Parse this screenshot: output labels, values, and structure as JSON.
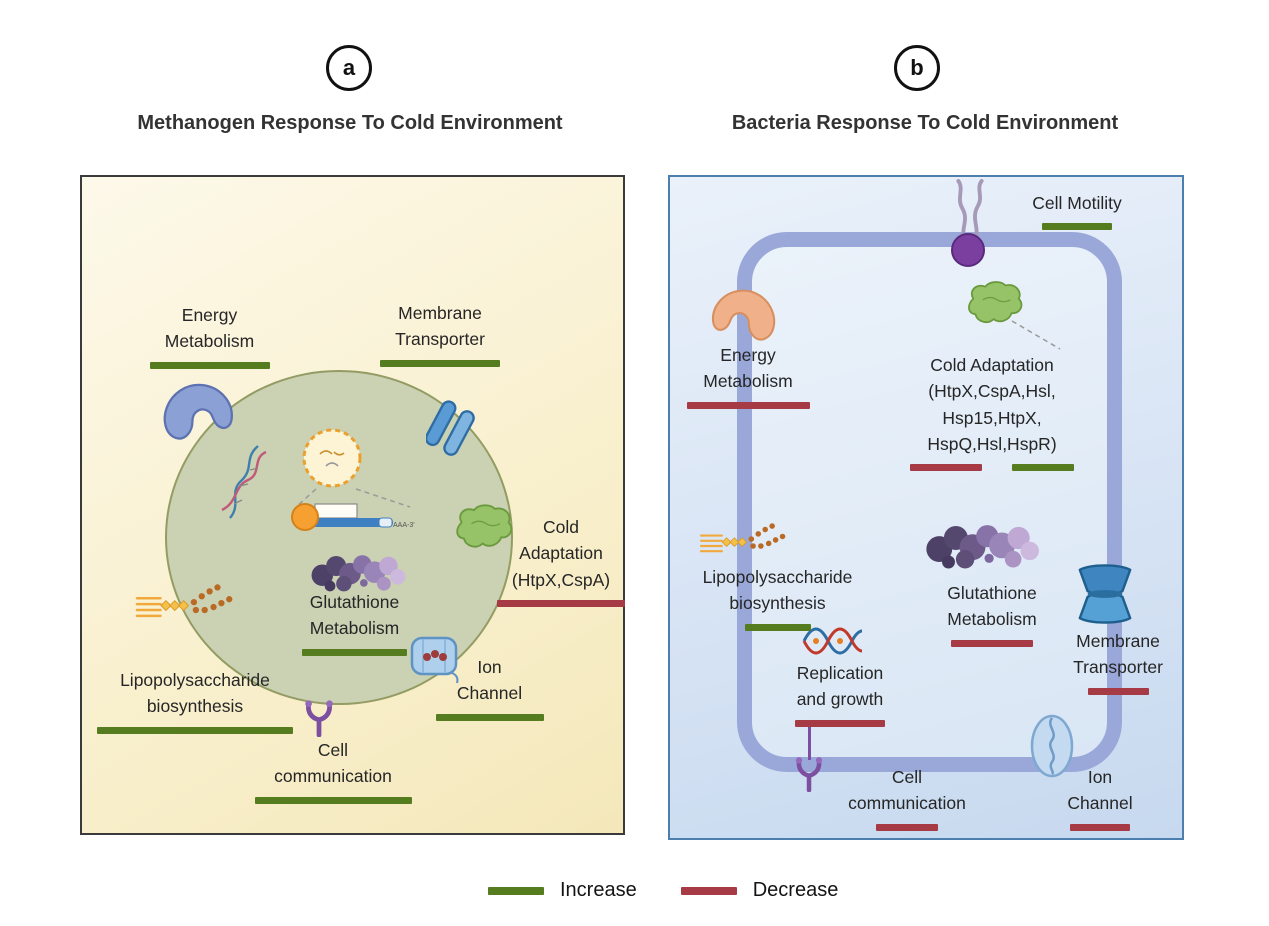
{
  "colors": {
    "increase": "#567c20",
    "decrease": "#a73b45"
  },
  "legend": {
    "increase_label": "Increase",
    "decrease_label": "Decrease",
    "increase_key": "increase",
    "decrease_key": "decrease"
  },
  "panel_a": {
    "badge": "a",
    "title": "Methanogen Response To Cold Environment",
    "mrna_tag": "AAA-3'",
    "items": {
      "energy_metabolism": {
        "label": "Energy\nMetabolism",
        "direction": "increase"
      },
      "membrane_transporter": {
        "label": "Membrane\nTransporter",
        "direction": "increase"
      },
      "cold_adaptation": {
        "label": "Cold\nAdaptation\n(HtpX,CspA)",
        "direction": "decrease"
      },
      "glutathione_metabolism": {
        "label": "Glutathione\nMetabolism",
        "direction": "increase"
      },
      "ion_channel": {
        "label": "Ion\nChannel",
        "direction": "increase"
      },
      "lipopolysaccharide": {
        "label": "Lipopolysaccharide\nbiosynthesis",
        "direction": "increase"
      },
      "cell_communication": {
        "label": "Cell\ncommunication",
        "direction": "increase"
      }
    }
  },
  "panel_b": {
    "badge": "b",
    "title": "Bacteria Response To Cold Environment",
    "items": {
      "cell_motility": {
        "label": "Cell Motility",
        "direction": "increase"
      },
      "energy_metabolism": {
        "label": "Energy\nMetabolism",
        "direction": "decrease"
      },
      "cold_adaptation": {
        "label": "Cold Adaptation\n(HtpX,CspA,Hsl,\nHsp15,HtpX,\nHspQ,Hsl,HspR)",
        "directions": [
          "decrease",
          "increase"
        ]
      },
      "lipopolysaccharide": {
        "label": "Lipopolysaccharide\nbiosynthesis",
        "direction": "increase"
      },
      "glutathione_metabolism": {
        "label": "Glutathione\nMetabolism",
        "direction": "decrease"
      },
      "membrane_transporter": {
        "label": "Membrane\nTransporter",
        "direction": "decrease"
      },
      "replication": {
        "label": "Replication\nand growth",
        "direction": "decrease"
      },
      "cell_communication": {
        "label": "Cell\ncommunication",
        "direction": "decrease"
      },
      "ion_channel": {
        "label": "Ion\nChannel",
        "direction": "decrease"
      }
    }
  }
}
